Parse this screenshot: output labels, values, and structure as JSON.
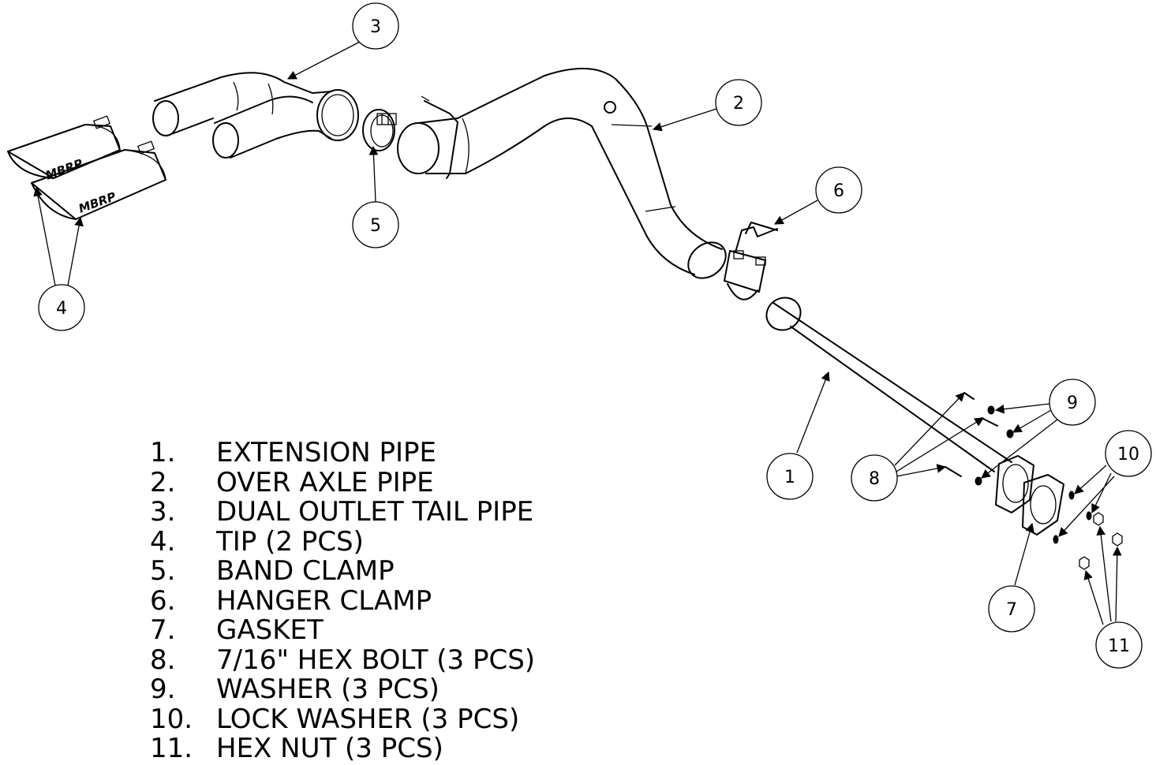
{
  "brand_mark": "MBRP",
  "callouts": [
    "1",
    "2",
    "3",
    "4",
    "5",
    "6",
    "7",
    "8",
    "9",
    "10",
    "11"
  ],
  "parts": [
    {
      "num": "1.",
      "label": "EXTENSION PIPE"
    },
    {
      "num": "2.",
      "label": "OVER AXLE PIPE"
    },
    {
      "num": "3.",
      "label": "DUAL OUTLET TAIL PIPE"
    },
    {
      "num": "4.",
      "label": "TIP (2 PCS)"
    },
    {
      "num": "5.",
      "label": "BAND CLAMP"
    },
    {
      "num": "6.",
      "label": "HANGER CLAMP"
    },
    {
      "num": "7.",
      "label": "GASKET"
    },
    {
      "num": "8.",
      "label": "7/16\" HEX BOLT (3 PCS)"
    },
    {
      "num": "9.",
      "label": "WASHER (3 PCS)"
    },
    {
      "num": "10.",
      "label": "LOCK WASHER (3 PCS)"
    },
    {
      "num": "11.",
      "label": "HEX NUT (3 PCS)"
    }
  ]
}
